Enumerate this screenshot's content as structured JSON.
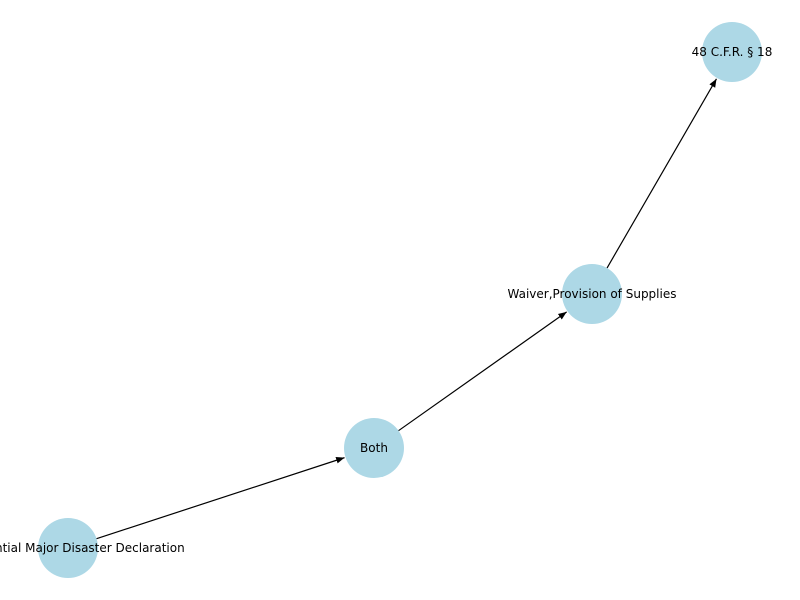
{
  "graph": {
    "node_color": "#add8e6",
    "edge_color": "#000000",
    "nodes": [
      {
        "id": "declaration",
        "label": "Presidential Major Disaster Declaration"
      },
      {
        "id": "both",
        "label": "Both"
      },
      {
        "id": "waiver",
        "label": "Waiver,Provision of Supplies"
      },
      {
        "id": "cfr",
        "label": "48 C.F.R. § 18"
      }
    ],
    "edges": [
      {
        "from": "declaration",
        "to": "both"
      },
      {
        "from": "both",
        "to": "waiver"
      },
      {
        "from": "waiver",
        "to": "cfr"
      }
    ]
  }
}
